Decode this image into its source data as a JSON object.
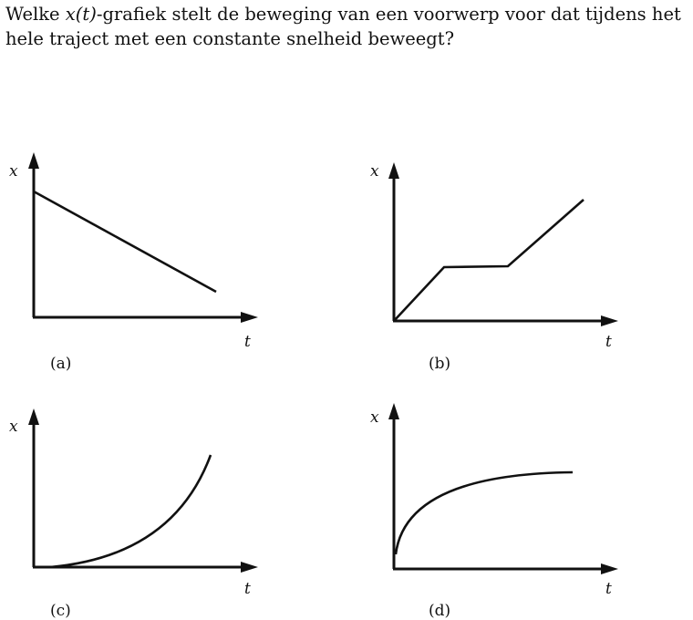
{
  "question": {
    "part1": "Welke ",
    "math": "x(t)",
    "part2": "-grafiek stelt de beweging van een voorwerp voor dat tijdens het hele traject met een constante snelheid beweegt?"
  },
  "graphs": [
    {
      "caption": "(a)",
      "x_axis_label": "t",
      "y_axis_label": "x"
    },
    {
      "caption": "(b)",
      "x_axis_label": "t",
      "y_axis_label": "x"
    },
    {
      "caption": "(c)",
      "x_axis_label": "t",
      "y_axis_label": "x"
    },
    {
      "caption": "(d)",
      "x_axis_label": "t",
      "y_axis_label": "x"
    }
  ]
}
